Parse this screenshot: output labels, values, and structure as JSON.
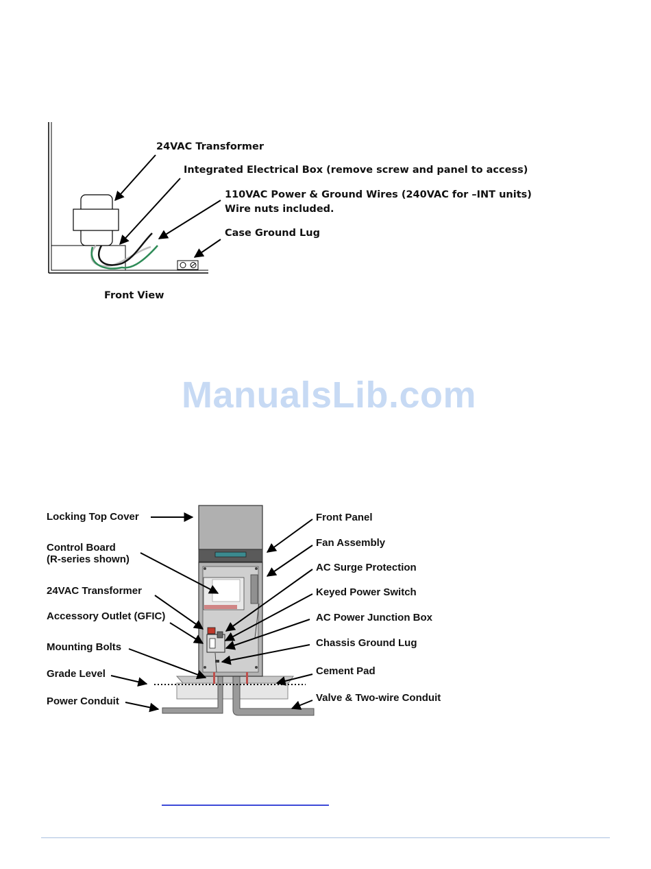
{
  "watermark": "ManualsLib.com",
  "front_view": {
    "caption": "Front View",
    "labels": {
      "transformer": "24VAC Transformer",
      "electrical_box": "Integrated Electrical Box (remove screw and panel to access)",
      "power_wires_line1": "110VAC Power & Ground Wires (240VAC for –INT units)",
      "power_wires_line2": "Wire nuts included.",
      "ground_lug": "Case Ground Lug"
    }
  },
  "pedestal": {
    "left_labels": {
      "top_cover": "Locking Top Cover",
      "control_board_line1": "Control Board",
      "control_board_line2": "(R-series shown)",
      "transformer": "24VAC Transformer",
      "accessory_outlet": "Accessory Outlet (GFIC)",
      "mounting_bolts": "Mounting Bolts",
      "grade_level": "Grade Level",
      "power_conduit": "Power Conduit"
    },
    "right_labels": {
      "front_panel": "Front Panel",
      "fan_assembly": "Fan Assembly",
      "surge_protection": "AC Surge Protection",
      "power_switch": "Keyed Power Switch",
      "junction_box": "AC Power Junction Box",
      "chassis_ground_lug": "Chassis Ground Lug",
      "cement_pad": "Cement Pad",
      "valve_conduit": "Valve & Two-wire Conduit"
    }
  },
  "colors": {
    "watermark": "#c7daf4",
    "link_underline": "#3c49d8",
    "footer_rule": "#a9bfe0",
    "green_wire": "#2e8b57",
    "ground_rod": "#c0504d"
  }
}
